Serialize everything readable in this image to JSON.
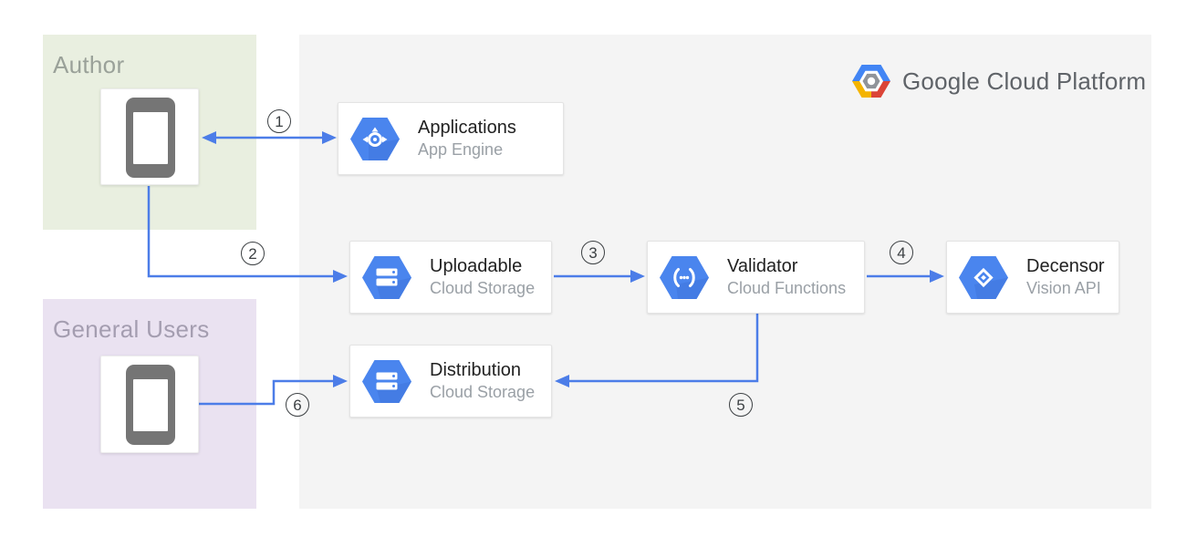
{
  "logo": {
    "text": "Google Cloud Platform",
    "icon": "google-cloud-hexagon-icon"
  },
  "zones": {
    "author": {
      "label": "Author",
      "device_icon": "smartphone-icon",
      "background": "#e9efe0"
    },
    "general_users": {
      "label": "General Users",
      "device_icon": "smartphone-icon",
      "background": "#eae2f1"
    }
  },
  "services": [
    {
      "title": "Applications",
      "subtitle": "App Engine",
      "icon": "app-engine-icon"
    },
    {
      "title": "Uploadable",
      "subtitle": "Cloud Storage",
      "icon": "cloud-storage-icon"
    },
    {
      "title": "Validator",
      "subtitle": "Cloud Functions",
      "icon": "cloud-functions-icon"
    },
    {
      "title": "Decensor",
      "subtitle": "Vision API",
      "icon": "vision-api-icon"
    },
    {
      "title": "Distribution",
      "subtitle": "Cloud Storage",
      "icon": "cloud-storage-icon"
    }
  ],
  "step_labels": [
    "1",
    "2",
    "3",
    "4",
    "5",
    "6"
  ],
  "connections": [
    {
      "step": "1",
      "from": "author-device",
      "to": "applications",
      "bidirectional": true
    },
    {
      "step": "2",
      "from": "author-device",
      "to": "uploadable",
      "bidirectional": false
    },
    {
      "step": "3",
      "from": "uploadable",
      "to": "validator",
      "bidirectional": false
    },
    {
      "step": "4",
      "from": "validator",
      "to": "decensor",
      "bidirectional": false
    },
    {
      "step": "5",
      "from": "validator",
      "to": "distribution",
      "bidirectional": false
    },
    {
      "step": "6",
      "from": "general-users-device",
      "to": "distribution",
      "bidirectional": false
    }
  ],
  "colors": {
    "arrow_blue": "#4c7de8",
    "hexagon_blue": "#4a85ee",
    "panel_gray": "#f4f4f4",
    "author_green": "#e9efe0",
    "users_purple": "#eae2f1",
    "title_text": "#212121",
    "subtitle_text": "#9aa0a6",
    "logo_text": "#5f6368",
    "phone_gray": "#757575"
  }
}
